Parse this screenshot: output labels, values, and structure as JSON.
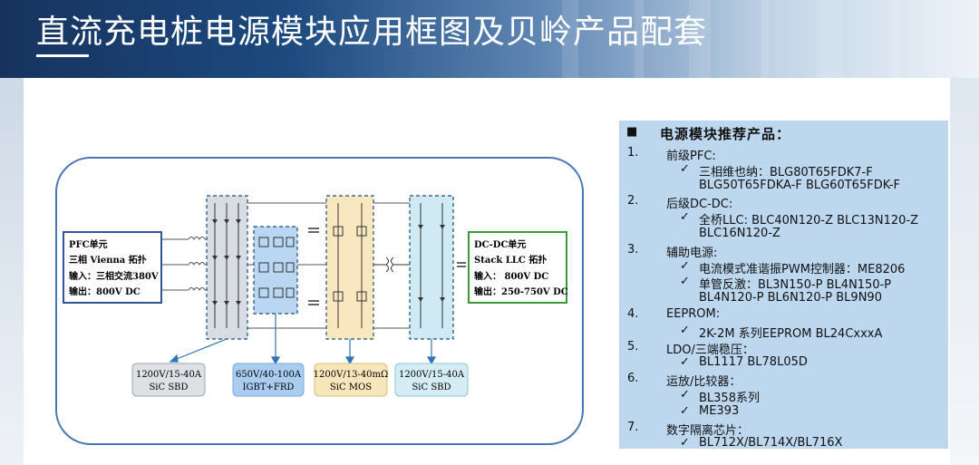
{
  "title": "直流充电桩电源模块应用框图及贝岭产品配套",
  "diagram": {
    "pfc_box": {
      "title": "PFC单元",
      "topology": "三相 Vienna 拓扑",
      "input": "输入：三相交流380V",
      "output": "输出：800V DC"
    },
    "dcdc_box": {
      "title": "DC-DC单元",
      "topology": "Stack LLC 拓扑",
      "input": "输入： 800V DC",
      "output": "输出：250-750V DC"
    },
    "components": [
      {
        "line1": "1200V/15-40A",
        "line2": "SiC SBD",
        "color": "#dde1e6"
      },
      {
        "line1": "650V/40-100A",
        "line2": "IGBT+FRD",
        "color": "#a9cdf0"
      },
      {
        "line1": "1200V/13-40mΩ",
        "line2": "SiC MOS",
        "color": "#f7e6bb"
      },
      {
        "line1": "1200V/15-40A",
        "line2": "SiC SBD",
        "color": "#d4ecf4"
      }
    ]
  },
  "panel": {
    "bullet": "■",
    "heading": "电源模块推荐产品：",
    "check": "✓",
    "sections": [
      {
        "num": "1.",
        "label": "前级PFC:"
      },
      {
        "sub": "三相维也纳：BLG80T65FDK7-F"
      },
      {
        "cont": "BLG50T65FDKA-F  BLG60T65FDK-F"
      },
      {
        "num": "2.",
        "label": "后级DC-DC:"
      },
      {
        "sub": "全桥LLC:  BLC40N120-Z BLC13N120-Z"
      },
      {
        "cont": "BLC16N120-Z"
      },
      {
        "num": "3.",
        "label": "辅助电源:"
      },
      {
        "sub": "电流模式准谐振PWM控制器：ME8206"
      },
      {
        "sub": "单管反激：BL3N150-P BL4N150-P"
      },
      {
        "cont": "BL4N120-P BL6N120-P BL9N90"
      },
      {
        "num": "4.",
        "label": "EEPROM:"
      },
      {
        "sub": "2K-2M 系列EEPROM BL24CxxxA"
      },
      {
        "num": "5.",
        "label": "LDO/三端稳压："
      },
      {
        "sub": "BL1117 BL78L05D"
      },
      {
        "num": "6.",
        "label": "运放/比较器："
      },
      {
        "sub": "BL358系列"
      },
      {
        "sub": "ME393"
      },
      {
        "num": "7.",
        "label": "数字隔离芯片："
      },
      {
        "sub": "BL712X/BL714X/BL716X"
      }
    ]
  }
}
